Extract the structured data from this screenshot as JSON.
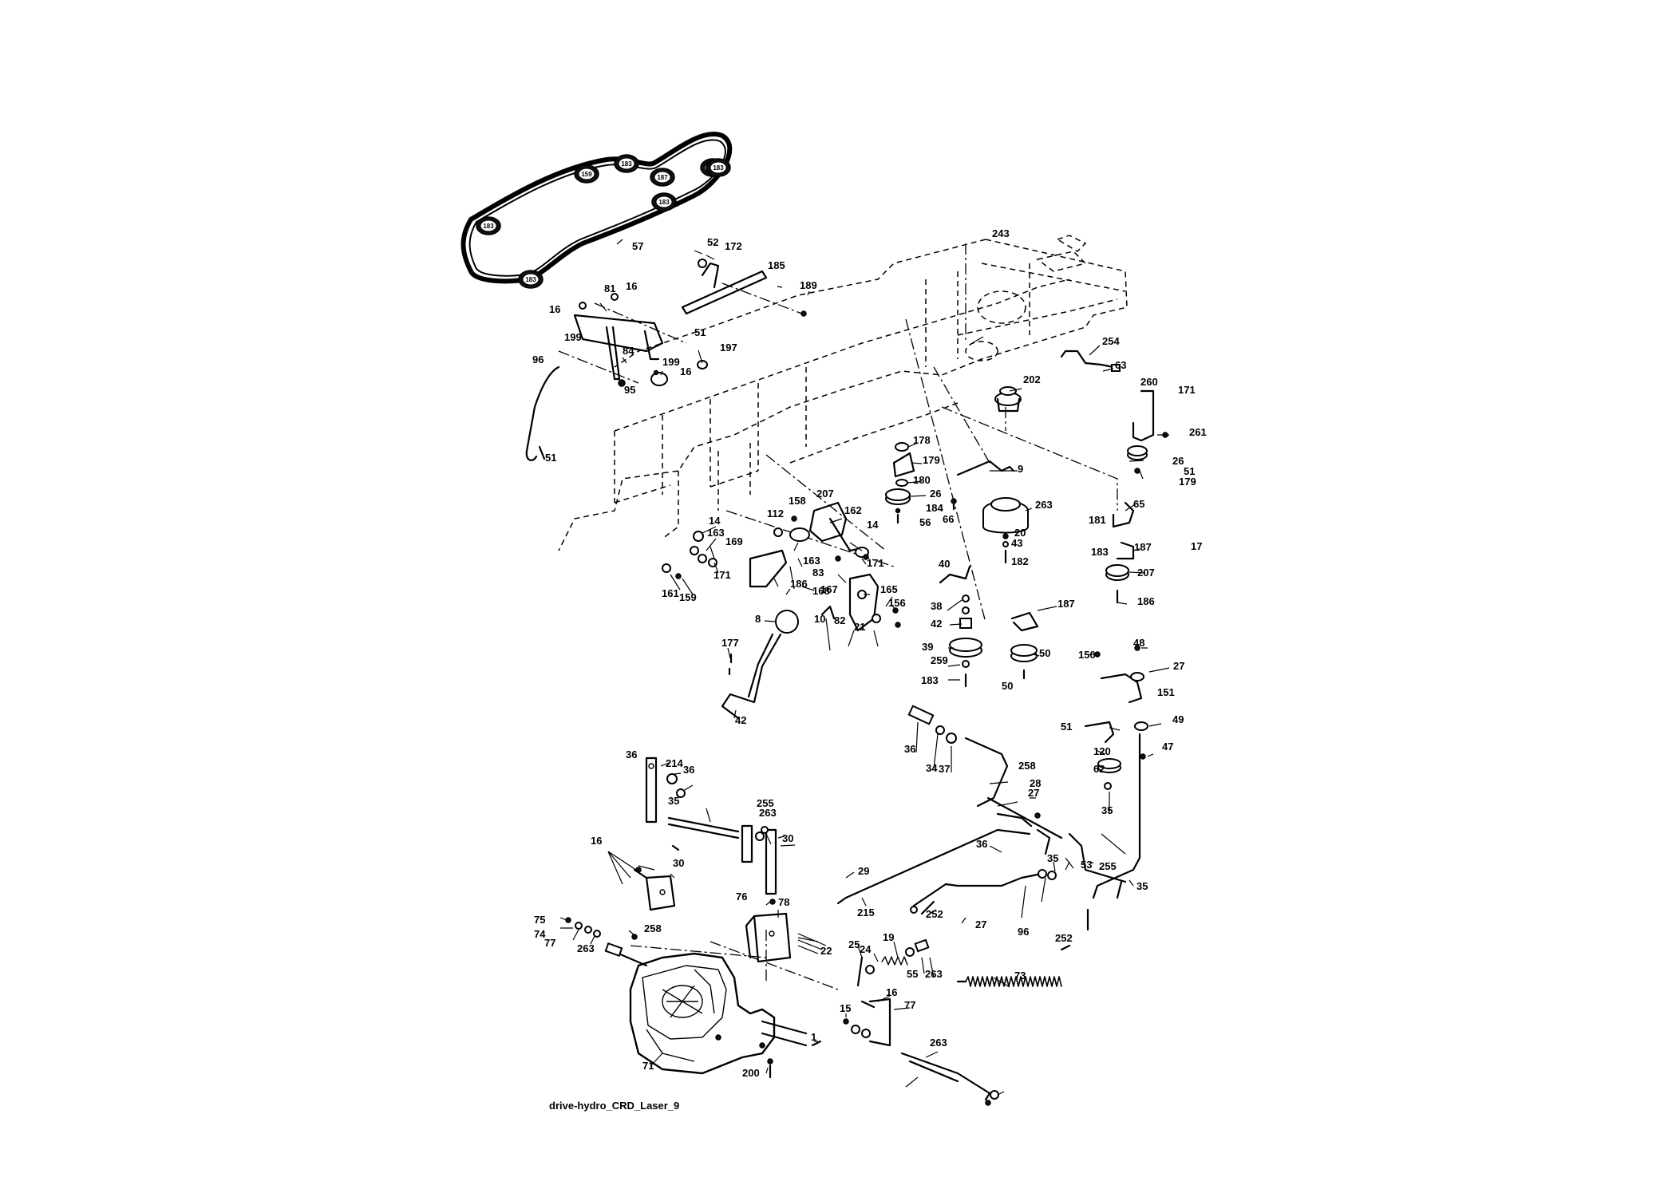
{
  "caption": "drive-hydro_CRD_Laser_9",
  "belt_pulley_labels": [
    "183",
    "159",
    "187",
    "183",
    "183",
    "183",
    "183",
    "183"
  ],
  "callouts": [
    "57",
    "52",
    "172",
    "185",
    "189",
    "81",
    "16",
    "16",
    "199",
    "84",
    "199",
    "51",
    "197",
    "16",
    "95",
    "96",
    "51",
    "243",
    "254",
    "63",
    "202",
    "260",
    "171",
    "261",
    "26",
    "51",
    "179",
    "178",
    "179",
    "180",
    "26",
    "184",
    "56",
    "66",
    "9",
    "263",
    "181",
    "65",
    "17",
    "20",
    "43",
    "182",
    "183",
    "187",
    "207",
    "186",
    "14",
    "163",
    "169",
    "171",
    "161",
    "159",
    "158",
    "207",
    "162",
    "112",
    "14",
    "163",
    "83",
    "167",
    "171",
    "168",
    "186",
    "165",
    "156",
    "82",
    "21",
    "10",
    "8",
    "177",
    "42",
    "40",
    "38",
    "42",
    "39",
    "259",
    "183",
    "187",
    "50",
    "50",
    "150",
    "48",
    "27",
    "151",
    "51",
    "49",
    "47",
    "120",
    "62",
    "35",
    "36",
    "34",
    "37",
    "258",
    "28",
    "27",
    "36",
    "35",
    "53",
    "255",
    "35",
    "36",
    "214",
    "36",
    "35",
    "255",
    "263",
    "30",
    "16",
    "30",
    "76",
    "78",
    "75",
    "74",
    "77",
    "263",
    "258",
    "22",
    "29",
    "215",
    "252",
    "27",
    "96",
    "252",
    "25",
    "24",
    "19",
    "55",
    "263",
    "73",
    "16",
    "77",
    "15",
    "1",
    "200",
    "71",
    "263"
  ]
}
